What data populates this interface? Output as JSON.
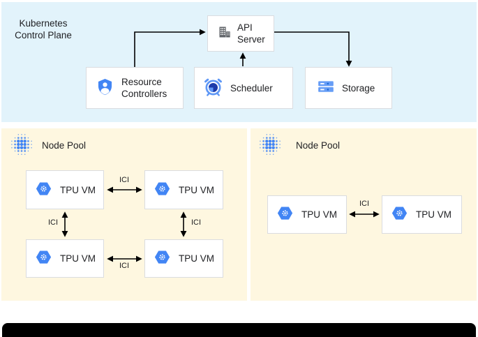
{
  "control_plane": {
    "title": "Kubernetes Control Plane",
    "api_server": {
      "label": "API Server",
      "icon": "building-icon"
    },
    "resource_controllers": {
      "label": "Resource Controllers",
      "icon": "shield-user-icon"
    },
    "scheduler": {
      "label": "Scheduler",
      "icon": "alarm-clock-icon"
    },
    "storage": {
      "label": "Storage",
      "icon": "disk-stack-icon"
    }
  },
  "pools": {
    "left": {
      "label": "Node Pool",
      "vm1": "TPU VM",
      "vm2": "TPU VM",
      "vm3": "TPU VM",
      "vm4": "TPU VM",
      "ici_top": "ICI",
      "ici_bottom": "ICI",
      "ici_left": "ICI",
      "ici_right": "ICI"
    },
    "right": {
      "label": "Node Pool",
      "vm1": "TPU VM",
      "vm2": "TPU VM",
      "ici": "ICI"
    }
  },
  "colors": {
    "control_plane_bg": "#E2F3FB",
    "node_pool_bg": "#FEF7E0",
    "box_border": "#DADCE0",
    "accent_blue": "#4285F4",
    "light_blue": "#669DF6",
    "dark_blue": "#1967D2",
    "clock_face_blue": "#1C3AA9",
    "icon_gray": "#5F6368",
    "arrow_black": "#000000",
    "text": "#202124"
  }
}
